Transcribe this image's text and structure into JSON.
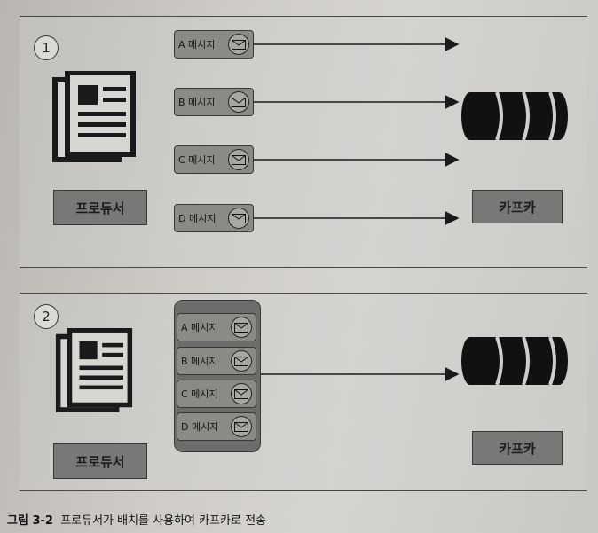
{
  "figure": {
    "caption_prefix": "그림 3-2",
    "caption_text": "프로듀서가 배치를 사용하여 카프카로 전송"
  },
  "panel1": {
    "number": "1",
    "producer_label": "프로듀서",
    "kafka_label": "카프카",
    "messages": [
      {
        "letter": "A",
        "label": "메시지"
      },
      {
        "letter": "B",
        "label": "메시지"
      },
      {
        "letter": "C",
        "label": "메시지"
      },
      {
        "letter": "D",
        "label": "메시지"
      }
    ]
  },
  "panel2": {
    "number": "2",
    "producer_label": "프로듀서",
    "kafka_label": "카프카",
    "messages": [
      {
        "letter": "A",
        "label": "메시지"
      },
      {
        "letter": "B",
        "label": "메시지"
      },
      {
        "letter": "C",
        "label": "메시지"
      },
      {
        "letter": "D",
        "label": "메시지"
      }
    ]
  },
  "icons": {
    "document": "newspaper-icon",
    "envelope": "envelope-icon",
    "storage": "disk-stack-icon"
  }
}
